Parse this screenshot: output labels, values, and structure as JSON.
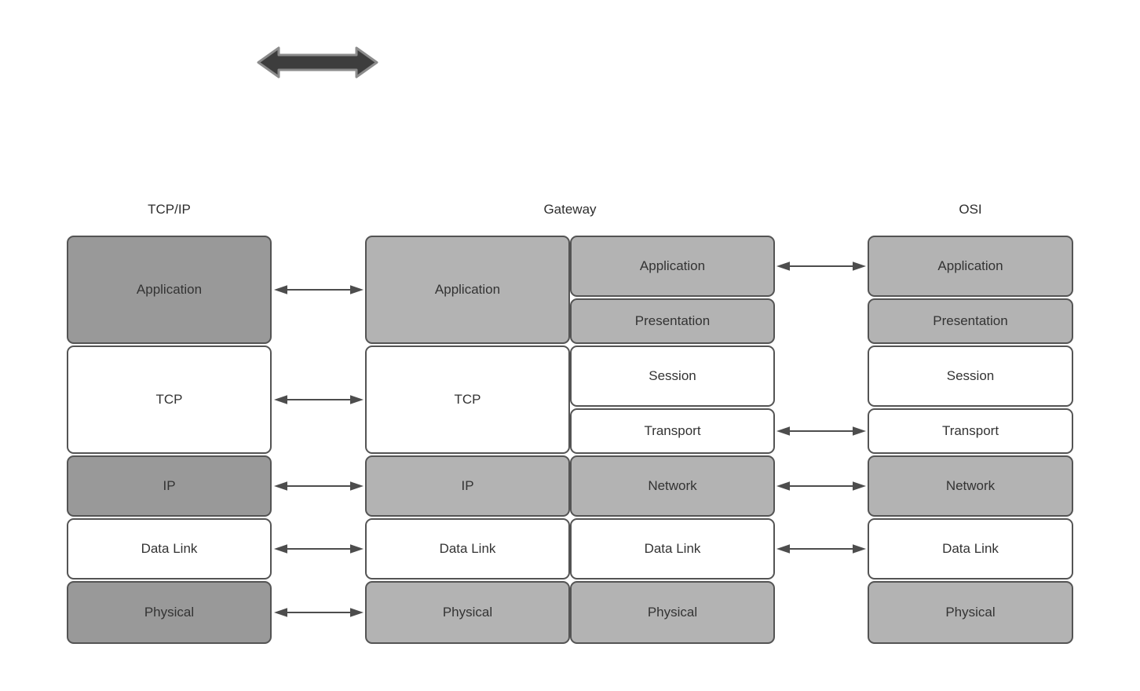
{
  "diagram": {
    "top_arrow_icon": "double-headed-arrow",
    "columns": {
      "tcpip": {
        "title": "TCP/IP",
        "layers": [
          "Application",
          "TCP",
          "IP",
          "Data Link",
          "Physical"
        ]
      },
      "gateway": {
        "title": "Gateway",
        "left_stack": [
          "Application",
          "TCP",
          "IP",
          "Data Link",
          "Physical"
        ],
        "right_stack": [
          "Application",
          "Presentation",
          "Session",
          "Transport",
          "Network",
          "Data Link",
          "Physical"
        ]
      },
      "osi": {
        "title": "OSI",
        "layers": [
          "Application",
          "Presentation",
          "Session",
          "Transport",
          "Network",
          "Data Link",
          "Physical"
        ]
      }
    },
    "connections": {
      "tcpip_to_gateway": [
        "Application",
        "TCP",
        "IP",
        "Data Link",
        "Physical"
      ],
      "gateway_to_osi": [
        "Application",
        "Transport",
        "Network",
        "Data Link"
      ]
    },
    "colors": {
      "dark_gray_fill": "#999999",
      "light_gray_fill": "#b3b3b3",
      "white_fill": "#ffffff",
      "box_border": "#545454",
      "arrow_line": "#4d4d4d",
      "top_arrow_fill": "#3d3d3d",
      "top_arrow_stroke": "#8c8c8c",
      "text": "#333333"
    }
  }
}
